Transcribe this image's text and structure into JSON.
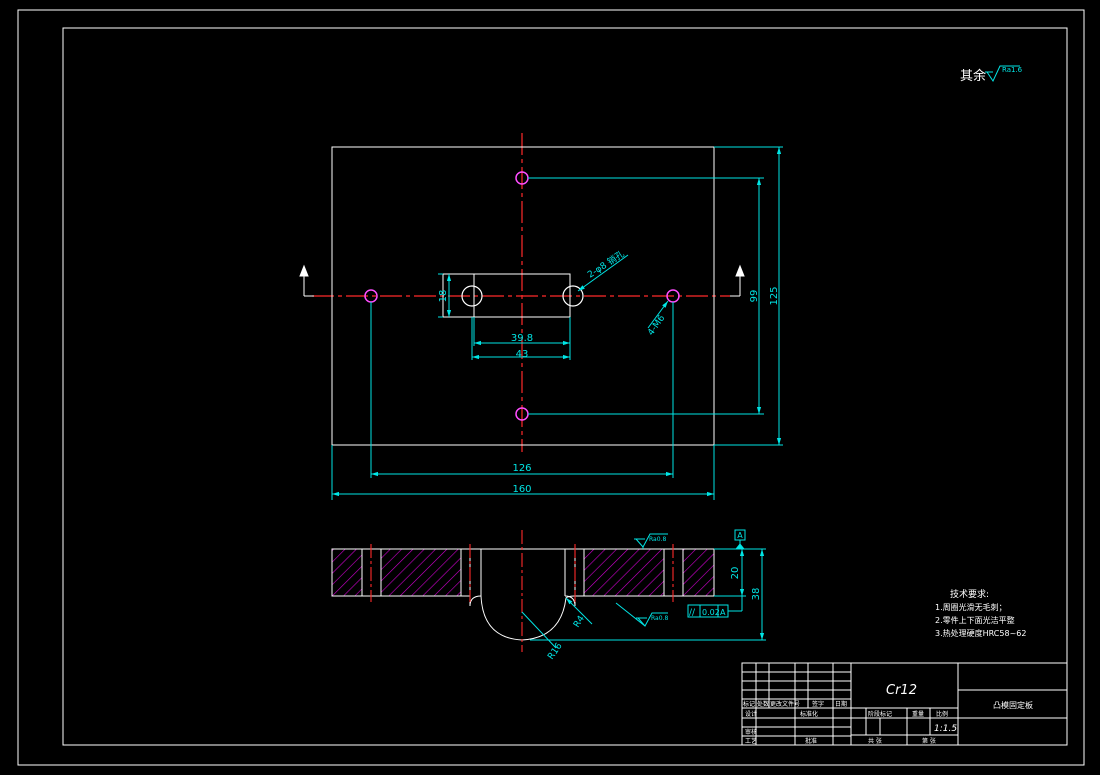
{
  "roughness_note": {
    "prefix": "其余",
    "value": "Ra1.6"
  },
  "dimensions": {
    "slot_height": "18",
    "slot_inner_width": "39.8",
    "slot_outer_width": "43",
    "hole_spacing_x": "126",
    "plate_width": "160",
    "hole_spacing_y": "99",
    "plate_height": "125",
    "pin_holes": "2-φ8 销孔",
    "screw_holes": "4-M6",
    "step_depth": "20",
    "total_thickness": "38",
    "radius_small": "R4",
    "radius_large": "R16",
    "datum_label": "A",
    "section_roughness_top": "Ra0.8",
    "section_roughness_bottom": "Ra0.8"
  },
  "tolerance_frame": {
    "symbol": "//",
    "value": "0.02",
    "datum": "A"
  },
  "technical_requirements": {
    "heading": "技术要求:",
    "items": [
      "1.周圈光滑无毛刺；",
      "2.零件上下面光洁平整",
      "3.热处理硬度HRC58~62"
    ]
  },
  "title_block": {
    "material": "Cr12",
    "part_name": "凸模固定板",
    "scale": "1:1.5",
    "header_labels": [
      "标记",
      "处数",
      "更改文件号",
      "签字",
      "日期"
    ],
    "row_labels": [
      "设计",
      "审核",
      "工艺"
    ],
    "mid_labels": [
      "标准化",
      "批准"
    ],
    "stage_labels": [
      "阶段标记",
      "重量",
      "比例"
    ],
    "sheet_labels": [
      "共  张",
      "第  张"
    ]
  },
  "colors": {
    "background": "#000000",
    "outline": "#ffffff",
    "dimension": "#00e5e5",
    "centerline": "#ff2a2a",
    "hole": "#ff4dff",
    "hatch": "#d000d0"
  }
}
